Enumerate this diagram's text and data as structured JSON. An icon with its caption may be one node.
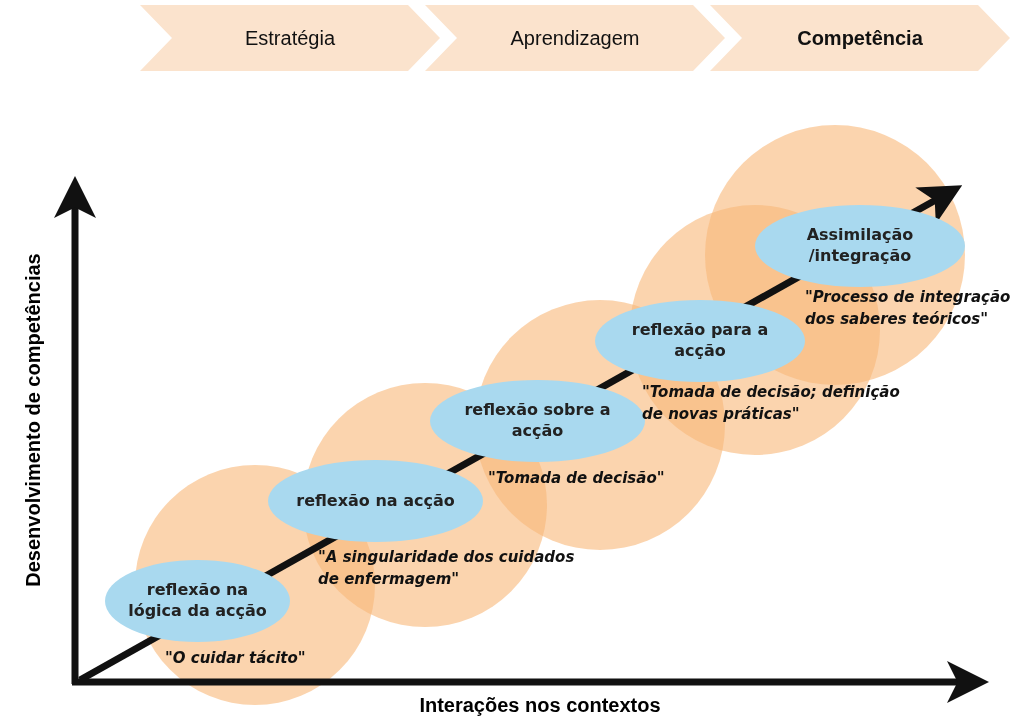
{
  "diagram": {
    "nodes": [
      {
        "text": [
          "Estratégia"
        ]
      },
      {
        "text": [
          "Aprendizagem"
        ]
      },
      {
        "text": [
          "Competência"
        ]
      },
      {
        "text": [
          "reflexão na lógica da acção"
        ],
        "beside": [
          "\"O cuidar tácito\""
        ]
      },
      {
        "text": [
          "reflexão na acção"
        ],
        "beside": [
          "\"A singularidade dos cuidados de enfermagem\""
        ]
      },
      {
        "text": [
          "reflexão sobre a acção"
        ],
        "beside": [
          "\"Tomada de decisão\""
        ]
      },
      {
        "text": [
          "reflexão para a acção"
        ],
        "beside": [
          "\"Tomada de decisão; definição de novas práticas\""
        ]
      },
      {
        "text": [
          "Assimilação /integração"
        ],
        "beside": [
          "\"Processo de integração dos saberes teóricos\""
        ]
      }
    ],
    "labels": [
      "Desenvolvimento de competências",
      "Interações nos contextos"
    ]
  }
}
